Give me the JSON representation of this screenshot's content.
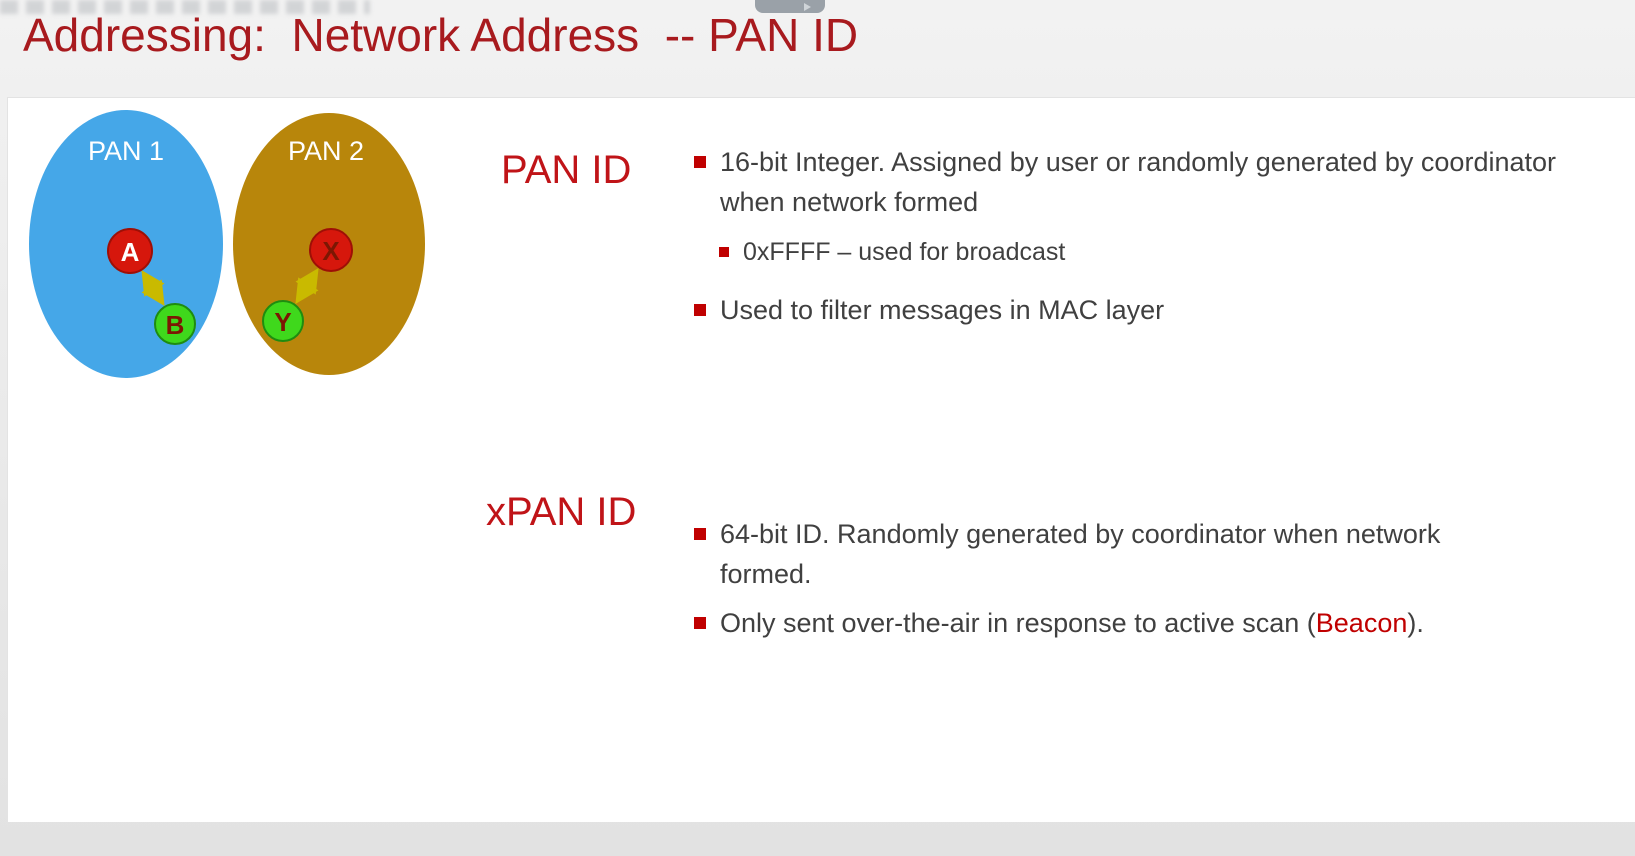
{
  "title": "Addressing:  Network Address  -- PAN ID",
  "diagram": {
    "pan1": {
      "label": "PAN 1",
      "node_a": "A",
      "node_b": "B"
    },
    "pan2": {
      "label": "PAN 2",
      "node_x": "X",
      "node_y": "Y"
    }
  },
  "sections": {
    "pan_id": {
      "heading": "PAN ID",
      "bullet1": "16-bit Integer. Assigned by user or randomly generated by coordinator when network formed",
      "sub_bullet1": "0xFFFF – used for broadcast",
      "bullet2": "Used to filter messages in MAC layer"
    },
    "xpan_id": {
      "heading": "xPAN ID",
      "bullet1": "64-bit ID. Randomly generated by coordinator when network formed.",
      "bullet2_prefix": "Only sent over-the-air in response to active scan (",
      "bullet2_highlight": "Beacon",
      "bullet2_suffix": ")."
    }
  },
  "colors": {
    "title_red": "#a81a1e",
    "accent_red": "#c01418",
    "bullet_square": "#c00000",
    "pan1_fill": "#45a7e8",
    "pan2_fill": "#b8860b",
    "node_red": "#d6170c",
    "node_green": "#3fd81c",
    "arrow_yellow": "#c9ba00"
  }
}
